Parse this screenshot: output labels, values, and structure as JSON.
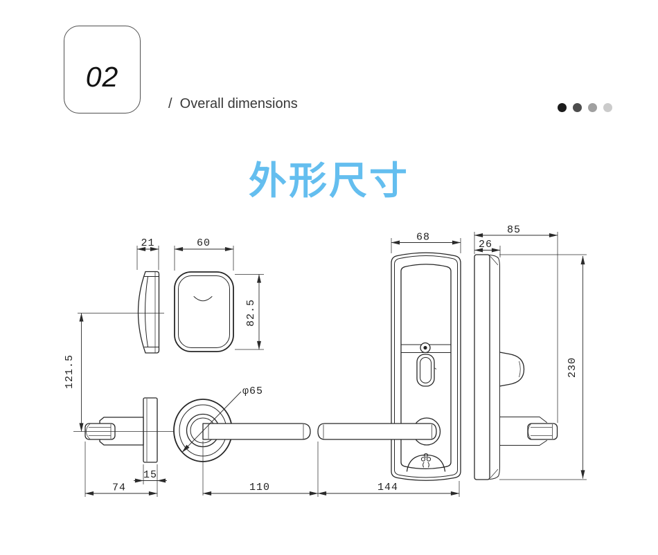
{
  "header": {
    "badge_number": "02",
    "section_label": "/  Overall dimensions",
    "pager_dots": [
      "#1b1b1b",
      "#4d4d4d",
      "#a0a0a0",
      "#cbcbcb"
    ]
  },
  "title": {
    "text": "外形尺寸",
    "color": "#64beef"
  },
  "drawing": {
    "stroke_color": "#2a2a2a",
    "dimensions": {
      "escutcheon_side_width": "21",
      "escutcheon_front_width": "60",
      "escutcheon_front_height": "82.5",
      "spindle_center_offset": "121.5",
      "rose_plate_thickness": "15",
      "handle_side_depth": "74",
      "rose_diameter": "φ65",
      "lever_length": "110",
      "panel_front_width": "68",
      "panel_side_face_width": "26",
      "panel_side_depth": "85",
      "panel_height": "230",
      "panel_assembly_width": "144"
    }
  }
}
